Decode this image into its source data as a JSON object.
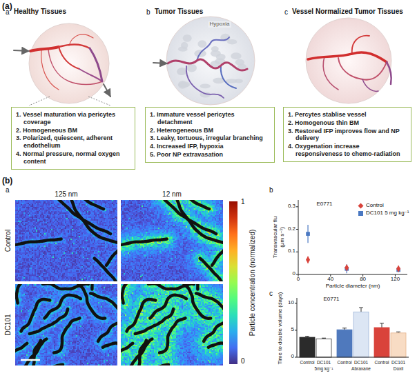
{
  "diagram": {
    "nodes": [
      {
        "text": [
          "1. Vessel maturation via pericytes coverage",
          "2. Homogeneous BM",
          "3. Polarized, quiescent, adherent endothelium",
          "4. Normal pressure, normal oxygen content"
        ]
      },
      {
        "text": [
          "1. Immature vessel pericytes detachment",
          "2. Heterogeneous BM",
          "3. Leaky, tortuous, irregular branching",
          "4. Increased IFP, hypoxia",
          "5. Poor NP extravasation"
        ]
      },
      {
        "text": [
          "1. Percytes stablise vessel",
          "2. Homogenous thin BM",
          "3. Restored IFP improves flow and NP delivery",
          "4. Oxygenation increase responsiveness to chemo-radiation"
        ]
      }
    ],
    "labels": [
      "(a)",
      "a",
      "Healthy Tissues",
      "b",
      "Tumor Tissues",
      "Hypoxia",
      "c",
      "Vessel Normalized Tumor Tissues",
      "(b)",
      "a",
      "125 nm",
      "12 nm",
      "Control",
      "DC101",
      "1",
      "Particle concentration (normalized)",
      "0",
      "b",
      "E0771",
      "Transvascular flu",
      "(μm s⁻¹)",
      "0.3",
      "0.2",
      "0.1",
      "0",
      "0",
      "40",
      "80",
      "120",
      "Particle diameter (nm)",
      "c",
      "Time to double volume (days)",
      "10",
      "5",
      "0",
      "E0771",
      "Control",
      "DC101",
      "Control",
      "DC101",
      "Control",
      "DC101",
      "5mg kg⁻¹",
      "Abraxane",
      "Doxil"
    ],
    "legend": [
      {
        "text": "Control"
      },
      {
        "text": "DC101 5 mg kg⁻¹"
      }
    ]
  }
}
